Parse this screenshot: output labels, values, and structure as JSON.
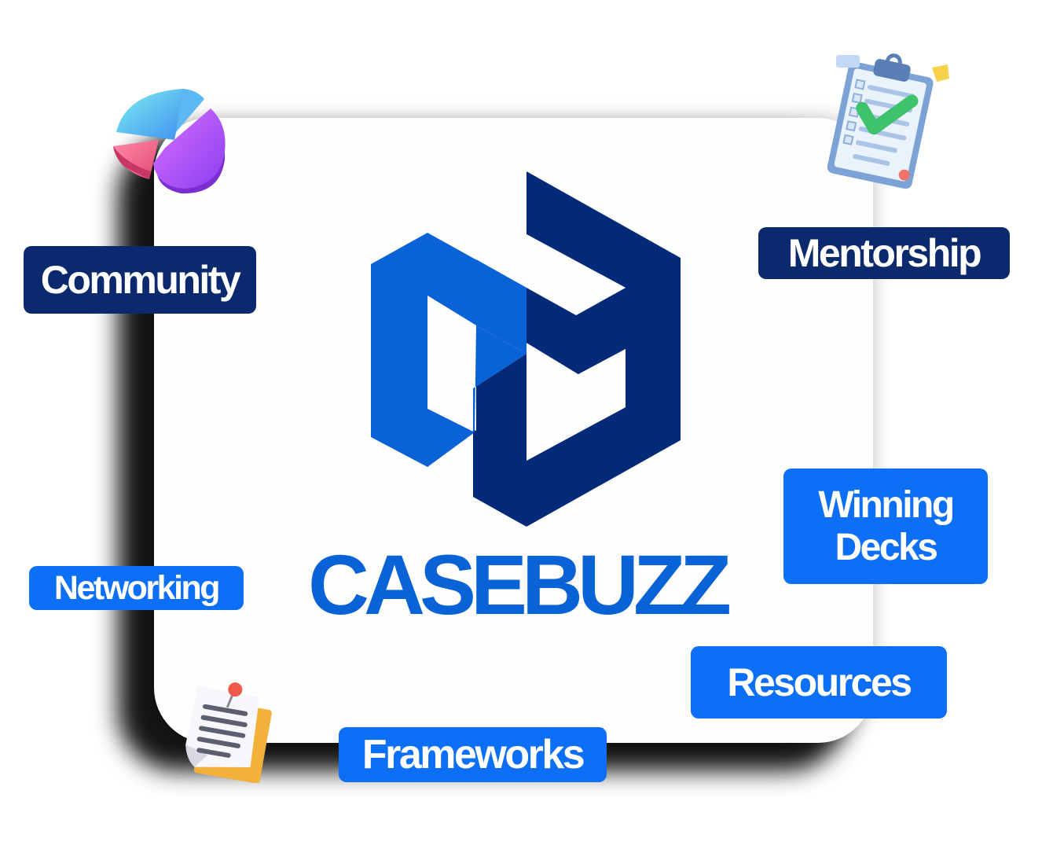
{
  "brand": {
    "name": "CASEBUZZ",
    "colors": {
      "primary_blue": "#0a63d6",
      "navy": "#0b2a6d",
      "bright_blue": "#0d6ff6"
    }
  },
  "tags": {
    "community": "Community",
    "mentorship": "Mentorship",
    "networking": "Networking",
    "winning_line1": "Winning",
    "winning_line2": "Decks",
    "resources": "Resources",
    "frameworks": "Frameworks"
  },
  "icons": [
    "pie-chart-icon",
    "clipboard-checklist-icon",
    "pinned-note-icon"
  ]
}
